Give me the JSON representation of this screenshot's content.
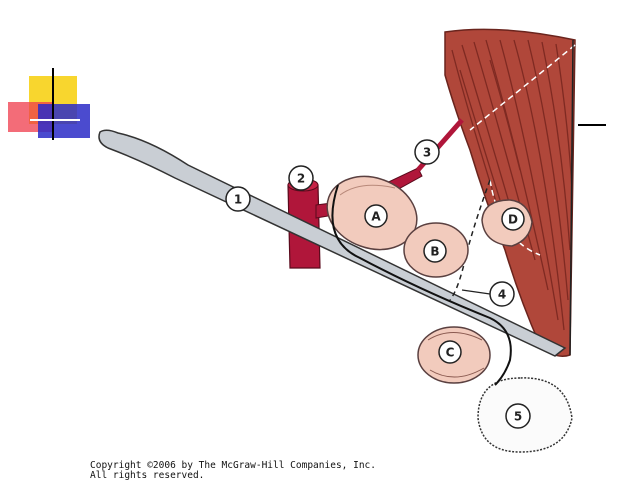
{
  "labels": {
    "num_1": "1",
    "num_2": "2",
    "num_3": "3",
    "num_4": "4",
    "num_5": "5",
    "let_a": "A",
    "let_b": "B",
    "let_c": "C",
    "let_d": "D"
  },
  "copyright": {
    "line1": "Copyright ©2006 by The McGraw-Hill Companies, Inc.",
    "line2": "All rights reserved."
  },
  "colors": {
    "muscle": "#b0473a",
    "muscle_stripe": "#7f2a22",
    "vessel": "#b0163a",
    "probe": "#c9ced4",
    "node_fill": "#f2cbbd",
    "node_edge": "#5a4040",
    "deco_yellow": "#f7d117",
    "deco_red": "#ef3b4b",
    "deco_blue": "#2b2bc7"
  }
}
